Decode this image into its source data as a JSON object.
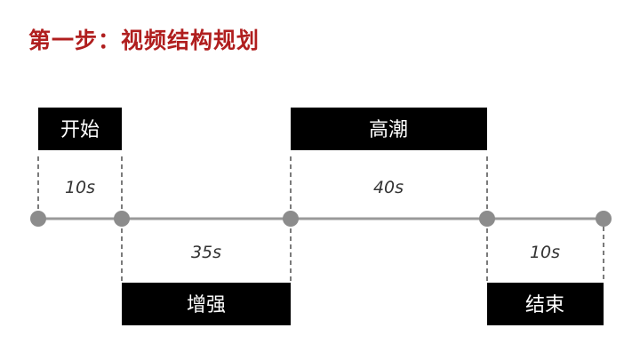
{
  "title": "第一步：视频结构规划",
  "segments": [
    {
      "label": "开始",
      "duration": "10s",
      "position": "above"
    },
    {
      "label": "增强",
      "duration": "35s",
      "position": "below"
    },
    {
      "label": "高潮",
      "duration": "40s",
      "position": "above"
    },
    {
      "label": "结束",
      "duration": "10s",
      "position": "below"
    }
  ],
  "colors": {
    "title": "#b01e1e",
    "box": "#000000",
    "line": "#999999",
    "node": "#8c8c8c"
  }
}
